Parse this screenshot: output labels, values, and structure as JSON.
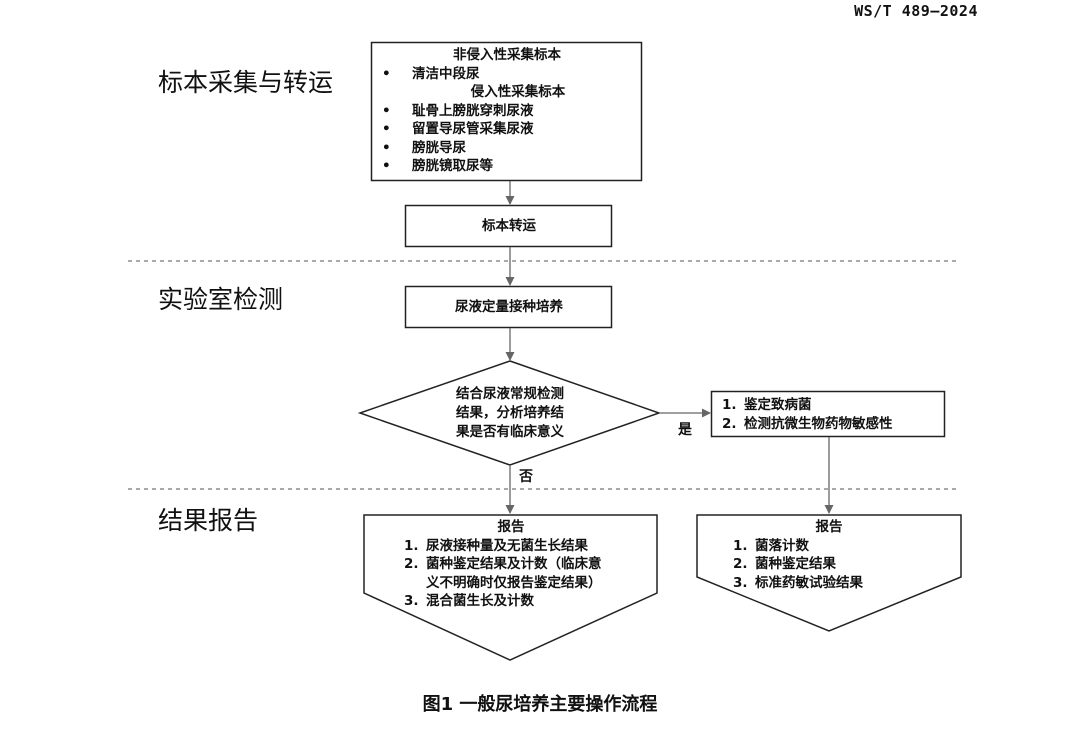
{
  "header": {
    "standard_code": "WS/T 489—2024"
  },
  "sections": {
    "collection": "标本采集与转运",
    "lab": "实验室检测",
    "report": "结果报告"
  },
  "boxes": {
    "specimen": {
      "heading_noninvasive": "非侵入性采集标本",
      "noninvasive_items": [
        "清洁中段尿"
      ],
      "heading_invasive": "侵入性采集标本",
      "invasive_items": [
        "耻骨上膀胱穿刺尿液",
        "留置导尿管采集尿液",
        "膀胱导尿",
        "膀胱镜取尿等"
      ],
      "bullet_char": "•"
    },
    "transport": "标本转运",
    "culture": "尿液定量接种培养",
    "decision": [
      "结合尿液常规检测",
      "结果，分析培养结",
      "果是否有临床意义"
    ],
    "yes_action": [
      "鉴定致病菌",
      "检测抗微生物药物敏感性"
    ],
    "report_no": {
      "title": "报告",
      "items": [
        {
          "num": "1.",
          "lines": [
            "尿液接种量及无菌生长结果"
          ]
        },
        {
          "num": "2.",
          "lines": [
            "菌种鉴定结果及计数（临床意",
            "义不明确时仅报告鉴定结果）"
          ]
        },
        {
          "num": "3.",
          "lines": [
            "混合菌生长及计数"
          ]
        }
      ]
    },
    "report_yes": {
      "title": "报告",
      "items": [
        {
          "num": "1.",
          "lines": [
            "菌落计数"
          ]
        },
        {
          "num": "2.",
          "lines": [
            "菌种鉴定结果"
          ]
        },
        {
          "num": "3.",
          "lines": [
            "标准药敏试验结果"
          ]
        }
      ]
    }
  },
  "labels": {
    "yes": "是",
    "no": "否"
  },
  "caption": "图1 一般尿培养主要操作流程"
}
